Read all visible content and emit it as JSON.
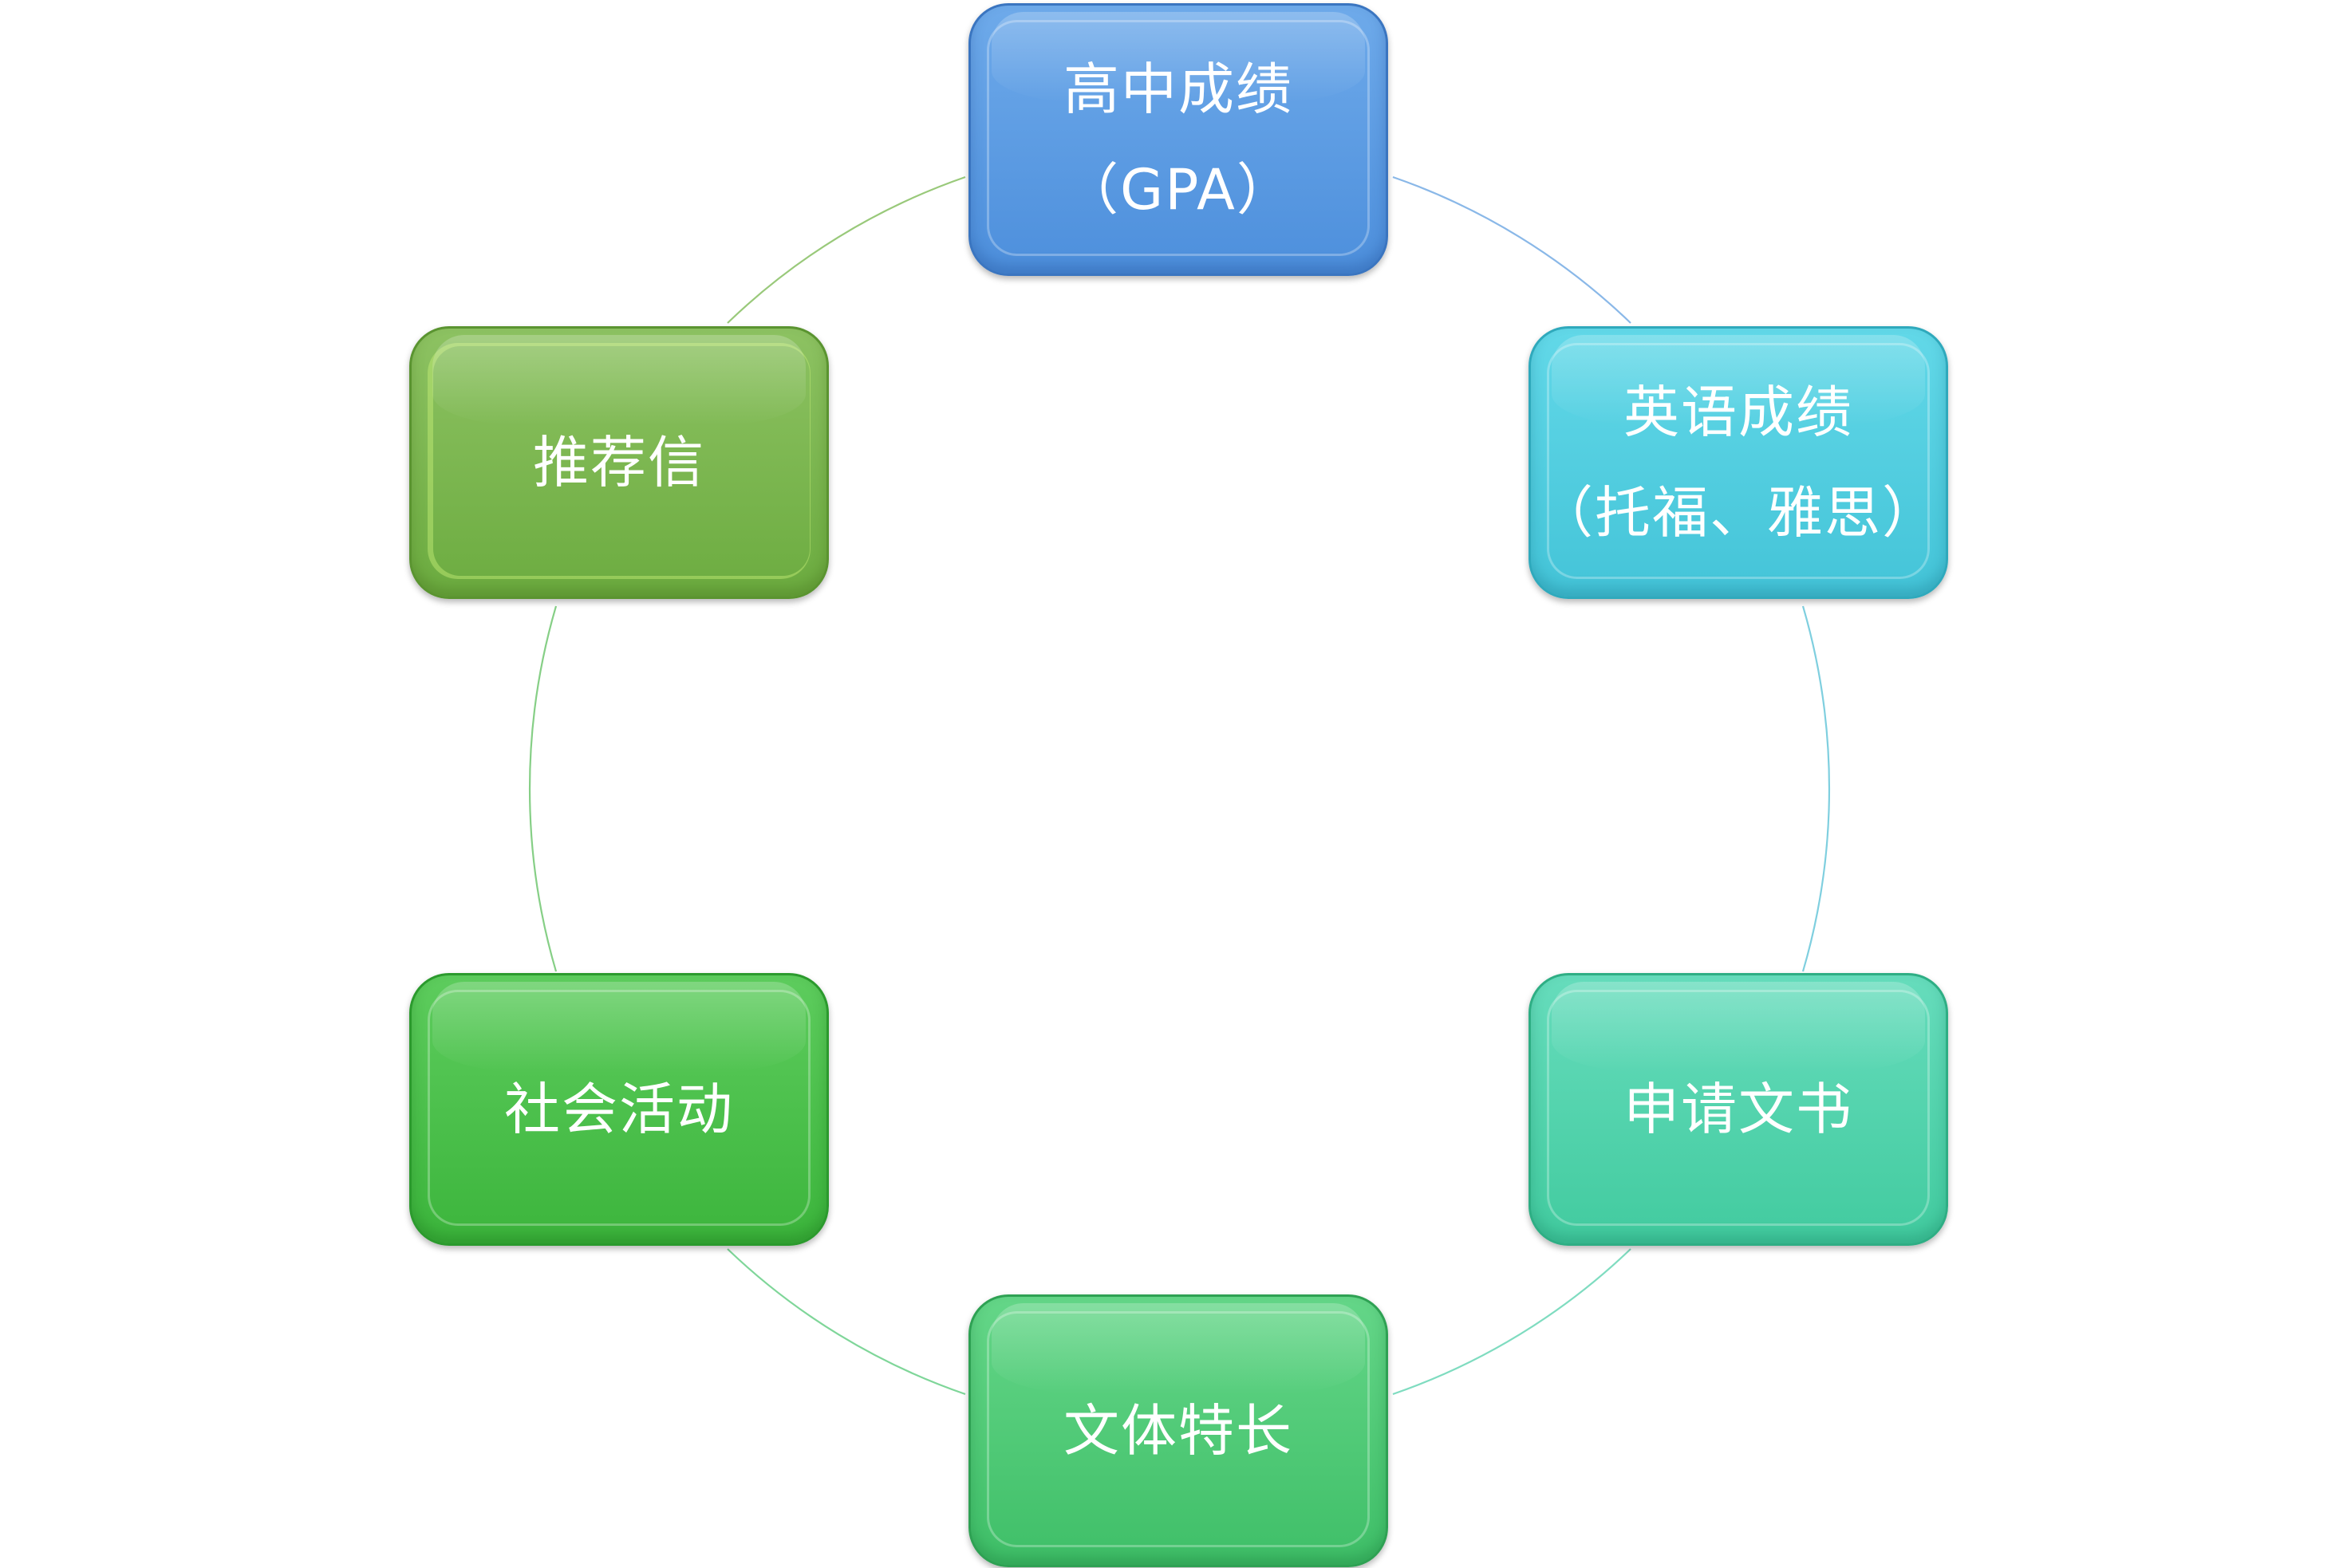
{
  "diagram": {
    "nodes": [
      {
        "id": "gpa",
        "lines": [
          "高中成绩",
          "（GPA）"
        ],
        "color": "#5b9be2"
      },
      {
        "id": "english",
        "lines": [
          "英语成绩",
          "（托福、雅思）"
        ],
        "color": "#4fcde0"
      },
      {
        "id": "essay",
        "lines": [
          "申请文书"
        ],
        "color": "#50d1ad"
      },
      {
        "id": "talent",
        "lines": [
          "文体特长"
        ],
        "color": "#4ec878"
      },
      {
        "id": "social",
        "lines": [
          "社会活动"
        ],
        "color": "#47c047"
      },
      {
        "id": "rec",
        "lines": [
          "推荐信"
        ],
        "color": "#78b54e"
      }
    ],
    "connector_colors": [
      "#8ab8e8",
      "#7fcfdf",
      "#7fdcc0",
      "#7fd699",
      "#86cf86",
      "#99c97a"
    ],
    "text_color": "#ffffff",
    "background": "#ffffff"
  }
}
